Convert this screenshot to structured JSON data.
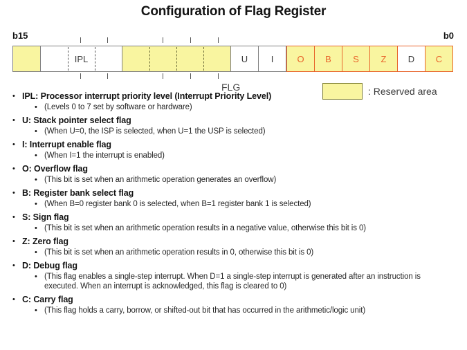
{
  "title": "Configuration of Flag Register",
  "diagram": {
    "msb_label": "b15",
    "lsb_label": "b0",
    "flg_caption": "FLG",
    "ipl_group_label": "IPL",
    "cells": {
      "reserved_b15": "",
      "u": "U",
      "i": "I",
      "o": "O",
      "b": "B",
      "s": "S",
      "z": "Z",
      "d": "D",
      "c": "C"
    },
    "colors": {
      "reserved_fill": "#f9f5a0",
      "reserved_border": "#7f7f33",
      "cell_border": "#808080",
      "flag_border": "#e8632a",
      "flag_text": "#e8632a",
      "cell_text": "#3a3a3a"
    }
  },
  "legend": {
    "swatch_name": "reserved-area-swatch",
    "text": ": Reserved area"
  },
  "flags": [
    {
      "label": "IPL: Processor interrupt priority level (Interrupt Priority Level)",
      "detail": "(Levels 0 to 7 set by software or hardware)"
    },
    {
      "label": "U: Stack pointer select flag",
      "detail": "(When U=0, the ISP is selected, when U=1 the USP is selected)"
    },
    {
      "label": "I: Interrupt enable flag",
      "detail": "(When I=1 the interrupt is enabled)"
    },
    {
      "label": "O: Overflow flag",
      "detail": "(This bit is set when an arithmetic operation generates an overflow)"
    },
    {
      "label": "B: Register bank select flag",
      "detail": "(When B=0 register bank 0 is selected, when B=1 register bank 1 is selected)"
    },
    {
      "label": "S: Sign flag",
      "detail": "(This bit is set when an arithmetic operation results in a negative value, otherwise this bit is 0)"
    },
    {
      "label": "Z: Zero flag",
      "detail": "(This bit is set when an arithmetic operation results in 0, otherwise this bit is 0)"
    },
    {
      "label": "D: Debug flag",
      "detail": "(This flag enables a single-step interrupt. When D=1 a single-step interrupt is generated after an instruction is executed. When an interrupt is acknowledged, this flag is cleared to 0)"
    },
    {
      "label": "C: Carry flag",
      "detail": "(This flag holds a carry, borrow, or shifted-out bit that has occurred in the arithmetic/logic unit)"
    }
  ],
  "bullet_glyph": "•"
}
